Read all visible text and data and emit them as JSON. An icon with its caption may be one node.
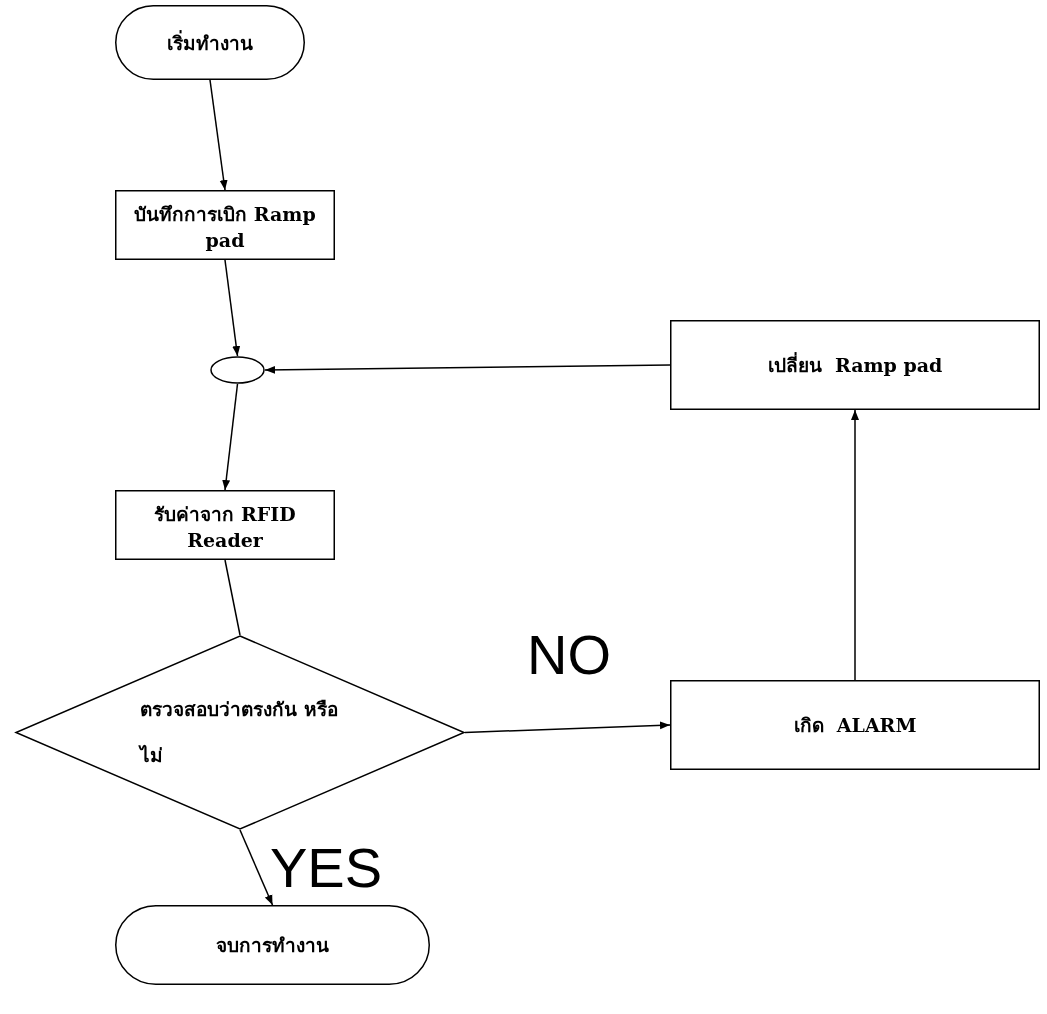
{
  "diagram": {
    "nodes": [
      {
        "text": [
          "เริ่มทำงาน"
        ]
      },
      {
        "text": [
          "บันทึกการเบิก Ramp pad"
        ]
      },
      {
        "text": [
          "เปลี่ยน  Ramp pad"
        ]
      },
      {
        "text": [],
        "shape": "circle"
      },
      {
        "text": [
          "รับค่าจาก RFID Reader"
        ]
      },
      {
        "text": [
          "ตรวจสอบว่าตรงกัน หรือไม่"
        ]
      },
      {
        "text": [
          "เกิด  ALARM"
        ]
      },
      {
        "text": [
          "จบการทำงาน"
        ]
      }
    ],
    "edges": [
      {
        "from": 0,
        "to": 1,
        "arrow": "to"
      },
      {
        "from": 1,
        "to": 3,
        "arrow": "to"
      },
      {
        "from": 2,
        "to": 3,
        "arrow": "to"
      },
      {
        "from": 3,
        "to": 4,
        "arrow": "to"
      },
      {
        "from": 4,
        "to": 5,
        "arrow": "none"
      },
      {
        "from": 5,
        "to": 6,
        "arrow": "to",
        "label": "NO"
      },
      {
        "from": 6,
        "to": 2,
        "arrow": "to"
      },
      {
        "from": 5,
        "to": 7,
        "arrow": "to",
        "label": "YES"
      }
    ]
  }
}
